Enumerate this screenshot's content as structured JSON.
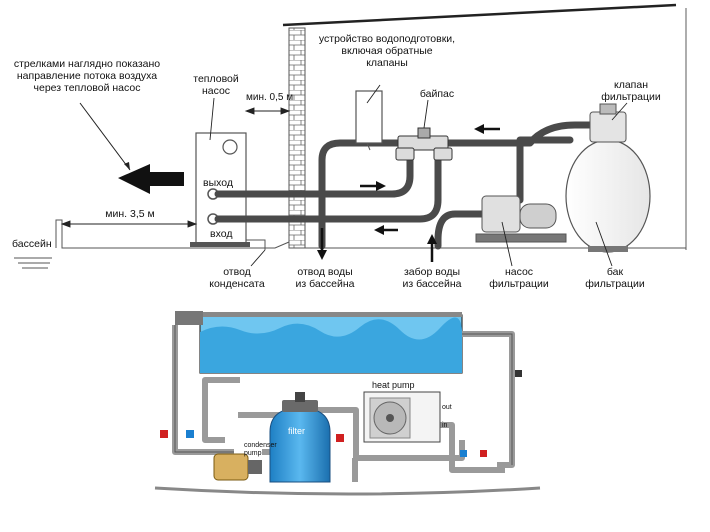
{
  "upper": {
    "air_flow_note": [
      "стрелками наглядно показано",
      "направление потока воздуха",
      "через тепловой насос"
    ],
    "heat_pump": [
      "тепловой",
      "насос"
    ],
    "min_wall": "мин. 0,5 м",
    "water_treatment": [
      "устройство водоподготовки,",
      "включая обратные",
      "клапаны"
    ],
    "bypass": "байпас",
    "filter_valve": [
      "клапан",
      "фильтрации"
    ],
    "outlet": "выход",
    "inlet": "вход",
    "min_pool": "мин. 3,5 м",
    "pool": "бассейн",
    "condensate": [
      "отвод",
      "конденсата"
    ],
    "water_out": [
      "отвод воды",
      "из бассейна"
    ],
    "water_in": [
      "забор воды",
      "из бассейна"
    ],
    "filter_pump": [
      "насос",
      "фильтрации"
    ],
    "filter_tank": [
      "бак",
      "фильтрации"
    ]
  },
  "lower": {
    "heat_pump": "heat pump",
    "out": "out",
    "in": "in",
    "filter": "filter",
    "condenser": "condenser",
    "pump": "pump"
  },
  "colors": {
    "pipe": "#4a4a4a",
    "water": "#4fb3e6",
    "wall_line": "#555555",
    "accent_blue": "#1a7fd0",
    "accent_red": "#d02020"
  }
}
